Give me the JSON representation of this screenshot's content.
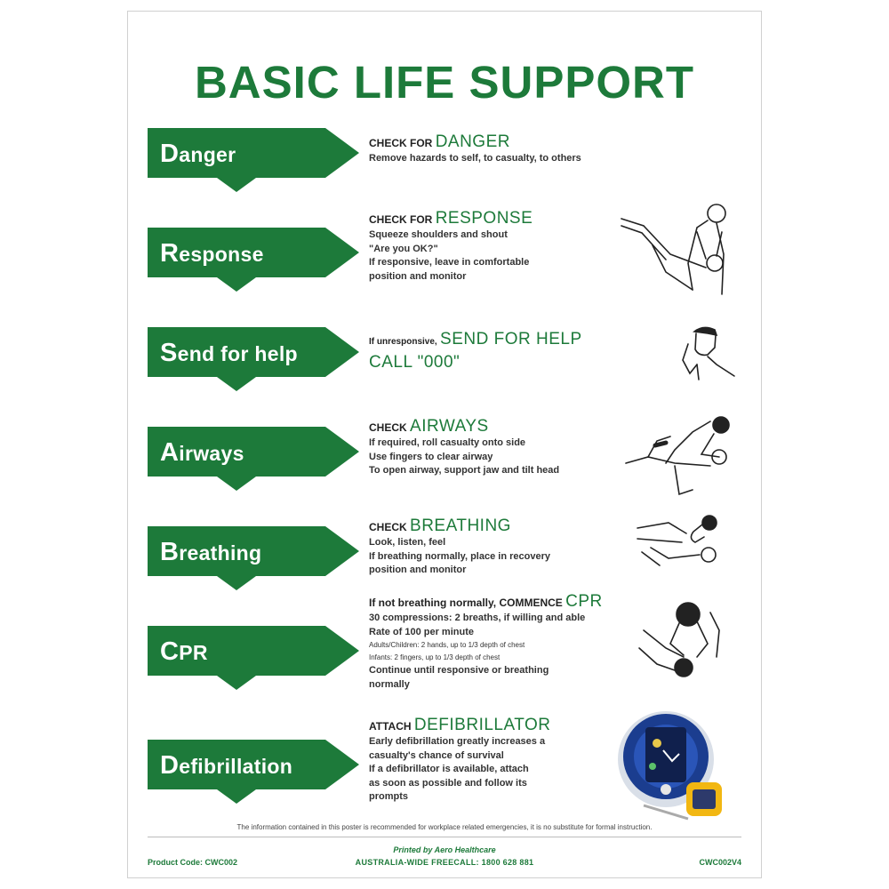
{
  "colors": {
    "brand_green": "#1d7a3a",
    "text": "#222222"
  },
  "title": "BASIC LIFE SUPPORT",
  "steps": [
    {
      "initial": "D",
      "rest": "anger",
      "heading_prefix": "CHECK FOR",
      "heading_highlight": "DANGER",
      "lines": [
        "Remove hazards to self, to casualty, to others"
      ]
    },
    {
      "initial": "R",
      "rest": "esponse",
      "heading_prefix": "CHECK FOR",
      "heading_highlight": "RESPONSE",
      "lines": [
        "Squeeze shoulders and shout",
        "\"Are you OK?\"",
        "If responsive, leave in comfortable",
        "position and monitor"
      ]
    },
    {
      "initial": "S",
      "rest": "end for help",
      "heading_prefix": "If unresponsive,",
      "heading_highlight": "SEND FOR HELP",
      "call": "CALL \"000\""
    },
    {
      "initial": "A",
      "rest": "irways",
      "heading_prefix": "CHECK",
      "heading_highlight": "AIRWAYS",
      "lines": [
        "If required, roll casualty onto side",
        "Use fingers to clear airway",
        "To open airway, support jaw and tilt head"
      ]
    },
    {
      "initial": "B",
      "rest": "reathing",
      "heading_prefix": "CHECK",
      "heading_highlight": "BREATHING",
      "lines": [
        "Look, listen, feel",
        "If breathing normally, place in recovery",
        "position and monitor"
      ]
    },
    {
      "initial": "C",
      "rest": "PR",
      "heading_prefix": "If not breathing normally, COMMENCE",
      "heading_highlight": "CPR",
      "lines": [
        "30 compressions: 2 breaths, if willing and able",
        "Rate of 100 per minute"
      ],
      "small_lines": [
        "Adults/Children: 2 hands, up to 1/3 depth of chest",
        "Infants: 2 fingers, up to 1/3 depth of chest"
      ],
      "lines_after": [
        "Continue until responsive or breathing",
        "normally"
      ]
    },
    {
      "initial": "D",
      "rest": "efibrillation",
      "heading_prefix": "ATTACH",
      "heading_highlight": "DEFIBRILLATOR",
      "lines": [
        "Early defibrillation greatly increases a",
        "casualty's chance of survival",
        "If a defibrillator is available, attach",
        "as soon as possible and follow its",
        "prompts"
      ]
    }
  ],
  "footer": {
    "note": "The information contained in this poster is recommended for workplace related emergencies, it is no substitute for formal instruction.",
    "printed_by": "Printed by Aero Healthcare",
    "freecall": "AUSTRALIA-WIDE FREECALL: 1800 628 881",
    "product_code": "Product Code: CWC002",
    "version_code": "CWC002V4"
  }
}
